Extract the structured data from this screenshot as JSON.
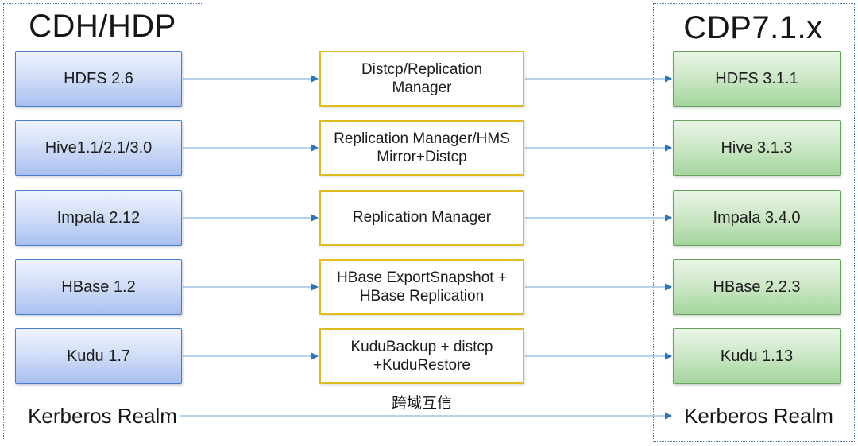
{
  "diagram": {
    "left": {
      "title": "CDH/HDP",
      "boxes": [
        "HDFS 2.6",
        "Hive1.1/2.1/3.0",
        "Impala 2.12",
        "HBase 1.2",
        "Kudu 1.7"
      ],
      "footer": "Kerberos Realm"
    },
    "middle": {
      "boxes": [
        "Distcp/Replication\nManager",
        "Replication Manager/HMS\nMirror+Distcp",
        "Replication Manager",
        "HBase ExportSnapshot +\nHBase Replication",
        "KuduBackup + distcp\n+KuduRestore"
      ],
      "footer": "跨域互信"
    },
    "right": {
      "title": "CDP7.1.x",
      "boxes": [
        "HDFS 3.1.1",
        "Hive 3.1.3",
        "Impala 3.4.0",
        "HBase 2.2.3",
        "Kudu 1.13"
      ],
      "footer": "Kerberos Realm"
    },
    "colors": {
      "text": "#1a1a1a",
      "panel_border": "#4472c4",
      "blue_border": "#4a7cc7",
      "blue_fill_top": "#eff4fe",
      "blue_fill_bottom": "#a9c0ef",
      "green_border": "#67a35c",
      "green_fill_top": "#e9f5e6",
      "green_fill_bottom": "#a3d59d",
      "gold_border": "#e0bd1c",
      "arrow_line": "#9dc3e6",
      "arrow_head": "#2e75b6"
    }
  }
}
